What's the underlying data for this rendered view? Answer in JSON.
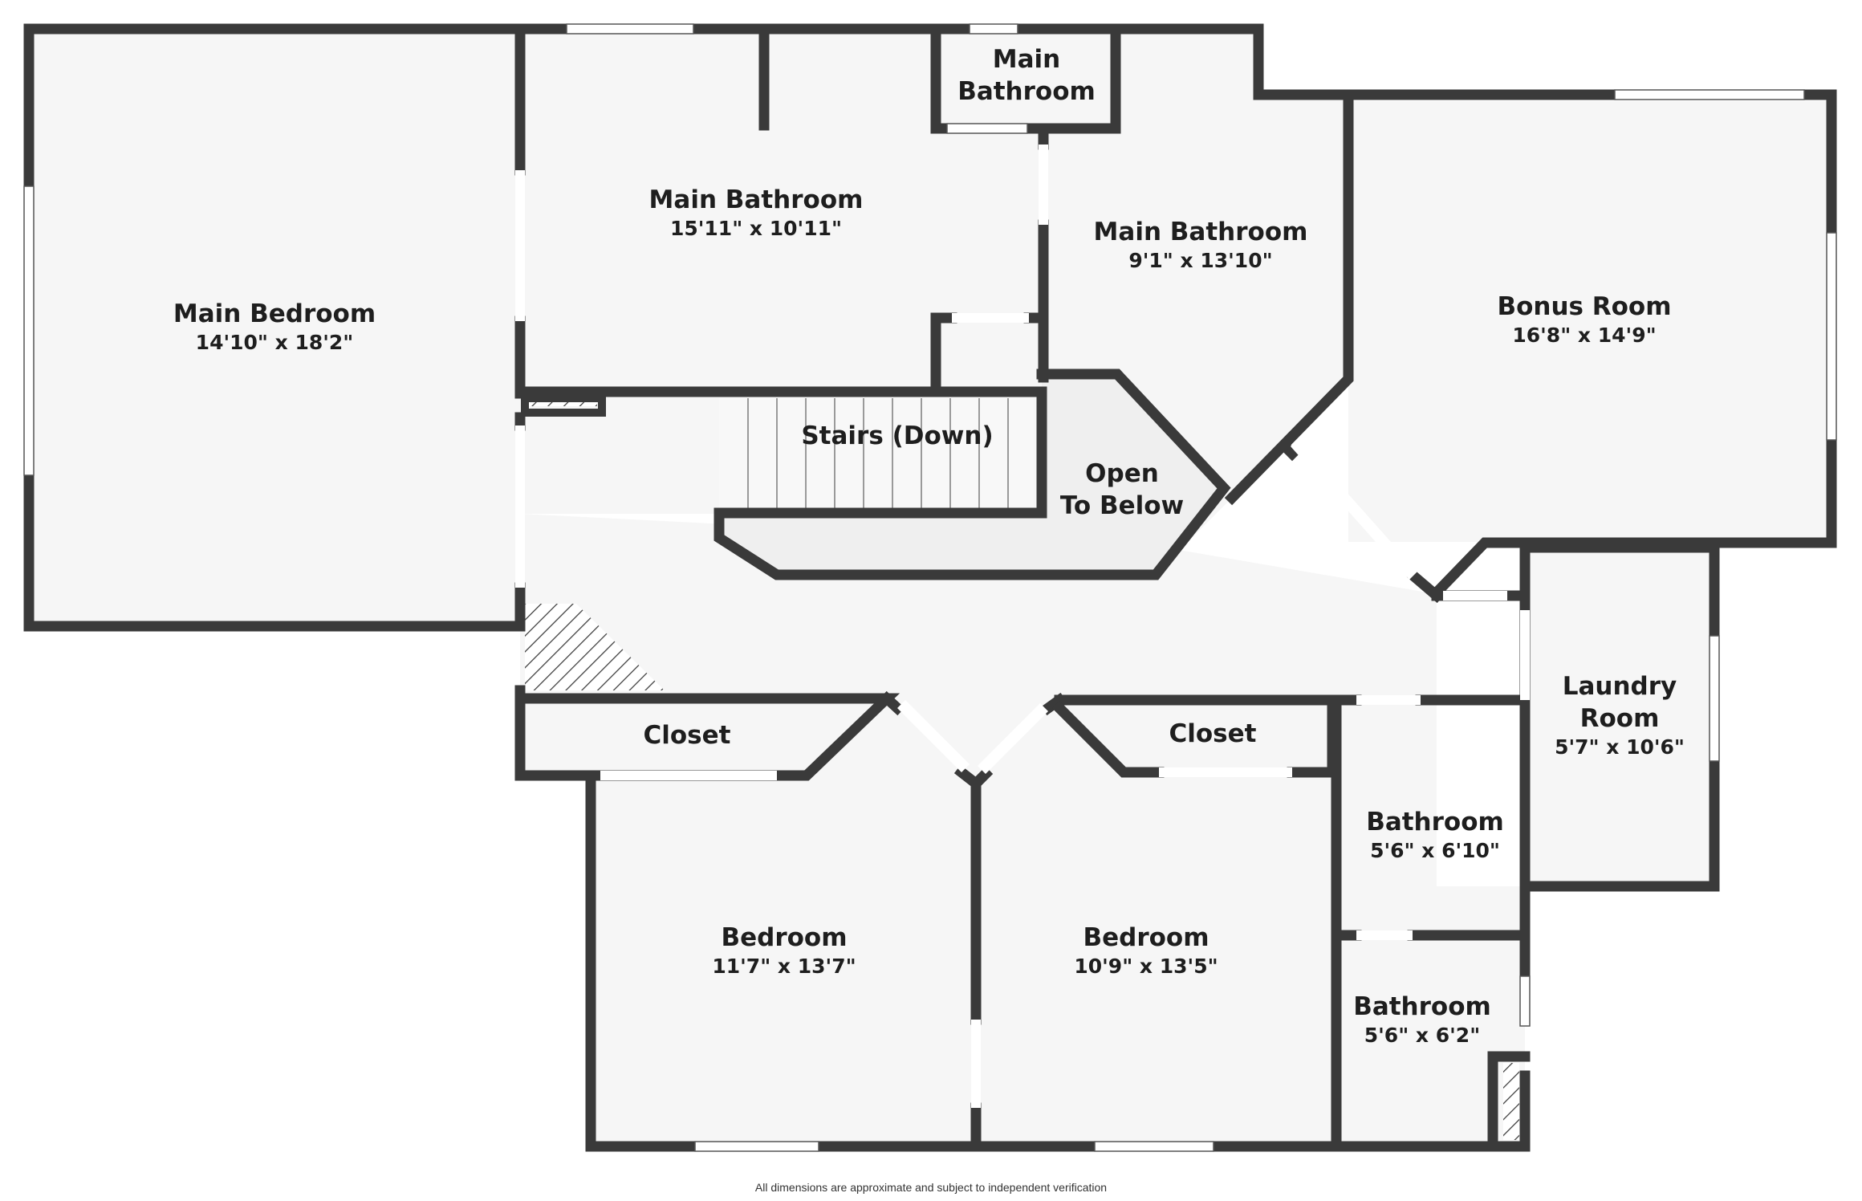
{
  "floorplan": {
    "rooms": {
      "main_bedroom": {
        "name": "Main Bedroom",
        "dims": "14'10\" x 18'2\""
      },
      "main_bathroom_large": {
        "name": "Main Bathroom",
        "dims": "15'11\" x 10'11\""
      },
      "main_bathroom_small_line1": "Main",
      "main_bathroom_small_line2": "Bathroom",
      "main_bathroom_right": {
        "name": "Main Bathroom",
        "dims": "9'1\" x 13'10\""
      },
      "bonus_room": {
        "name": "Bonus Room",
        "dims": "16'8\" x 14'9\""
      },
      "stairs": {
        "name": "Stairs (Down)"
      },
      "open_to_below_line1": "Open",
      "open_to_below_line2": "To Below",
      "closet_left": {
        "name": "Closet"
      },
      "closet_right": {
        "name": "Closet"
      },
      "laundry_room_line1": "Laundry",
      "laundry_room_line2": "Room",
      "laundry_room_dims": "5'7\" x 10'6\"",
      "bathroom_upper": {
        "name": "Bathroom",
        "dims": "5'6\" x 6'10\""
      },
      "bathroom_lower": {
        "name": "Bathroom",
        "dims": "5'6\" x 6'2\""
      },
      "bedroom_left": {
        "name": "Bedroom",
        "dims": "11'7\" x 13'7\""
      },
      "bedroom_right": {
        "name": "Bedroom",
        "dims": "10'9\" x 13'5\""
      }
    },
    "footer": "All dimensions are approximate and subject to independent verification",
    "colors": {
      "wall": "#3a3a3a",
      "floor": "#f6f6f6",
      "hatch": "#3a3a3a",
      "text": "#1e1e1e"
    }
  }
}
